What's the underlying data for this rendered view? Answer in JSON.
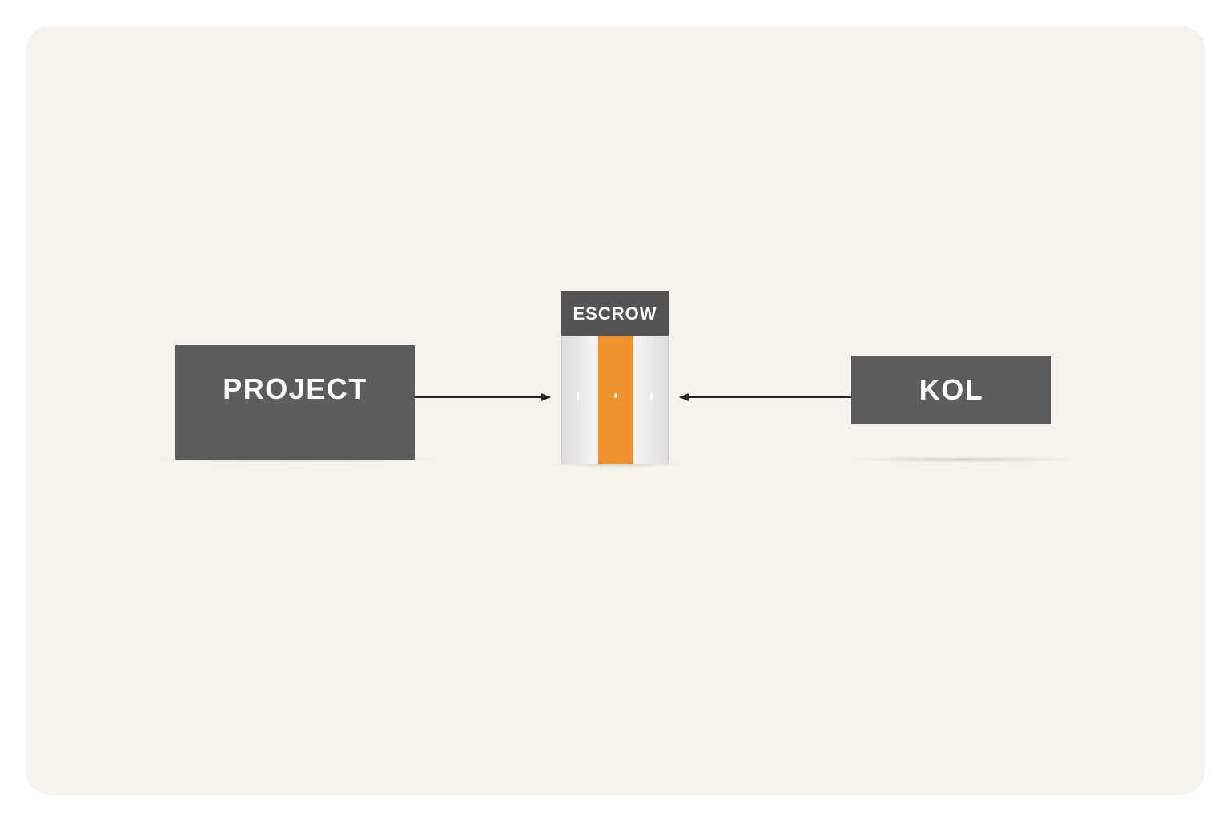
{
  "diagram": {
    "nodes": {
      "project": {
        "label": "PROJECT"
      },
      "escrow": {
        "label": "ESCROW"
      },
      "kol": {
        "label": "KOL"
      }
    },
    "edges": [
      {
        "from": "project",
        "to": "escrow"
      },
      {
        "from": "kol",
        "to": "escrow"
      }
    ],
    "colors": {
      "background": "#f6f2ee",
      "node_fill": "#5c5c5c",
      "node_text": "#ffffff",
      "escrow_accent": "#f0922e",
      "arrow": "#222222"
    }
  }
}
